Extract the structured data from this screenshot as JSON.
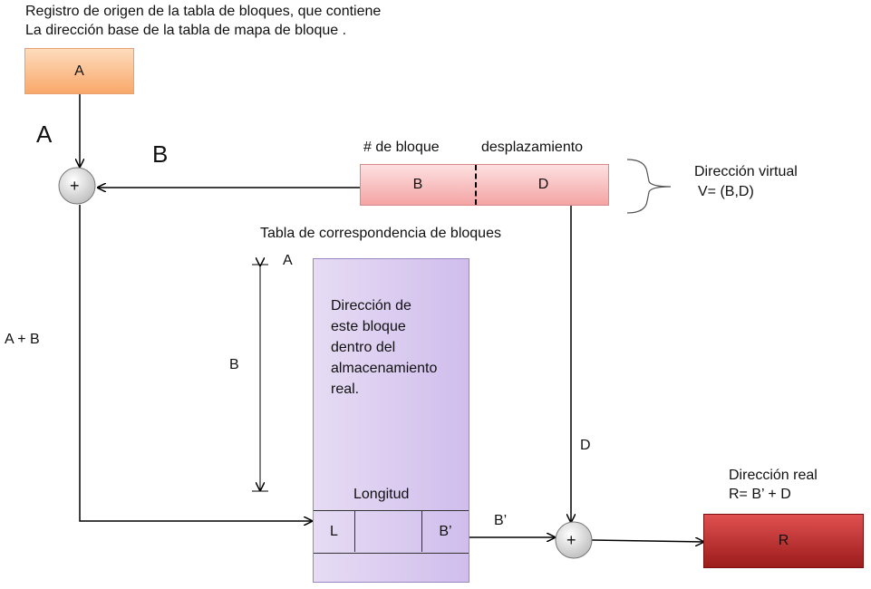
{
  "title_lines": [
    "Registro de origen de la tabla de bloques, que contiene",
    "La dirección base de la tabla de mapa de bloque ."
  ],
  "register_box": "A",
  "label_a_big": "A",
  "label_b_big": "B",
  "adder_symbol": "+",
  "virtual_address": {
    "block_header": "# de bloque",
    "offset_header": "desplazamiento",
    "block_field": "B",
    "offset_field": "D",
    "caption_line1": "Dirección virtual",
    "caption_line2": "V= (B,D)"
  },
  "table": {
    "title": "Tabla de correspondencia de bloques",
    "origin_label": "A",
    "offset_label": "B",
    "description_lines": [
      "Dirección de",
      "este bloque",
      "dentro del",
      "almacenamiento",
      "real."
    ],
    "length_label": "Longitud",
    "entry_l": "L",
    "entry_b": "B’"
  },
  "sum_label": "A + B",
  "b_prime_label": "B’",
  "d_label": "D",
  "real_address": {
    "caption_line1": "Dirección real",
    "caption_line2": "R= B’ + D",
    "box": "R"
  }
}
